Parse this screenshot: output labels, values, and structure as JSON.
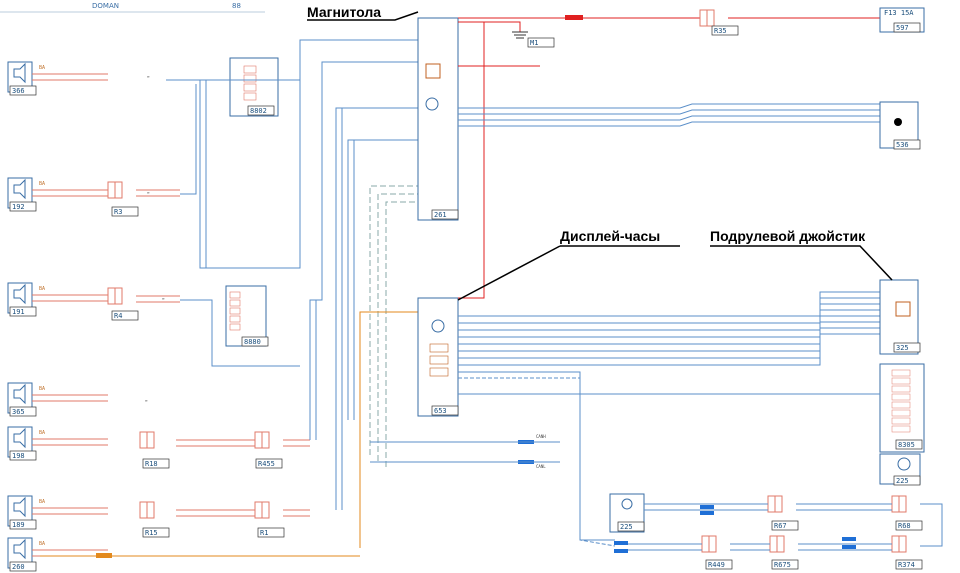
{
  "page_header": {
    "mid": "DOMAN",
    "page": "88"
  },
  "callouts": {
    "head_unit": "Магнитола",
    "display_clock": "Дисплей-часы",
    "steering_joystick": "Подрулевой джойстик"
  },
  "ids": {
    "left": [
      "366",
      "192",
      "191",
      "365",
      "198",
      "189",
      "260"
    ],
    "connectors": [
      "R3",
      "R4",
      "R18",
      "R455",
      "R15",
      "R1"
    ],
    "panels": [
      "8802",
      "8880"
    ],
    "centre": [
      "261",
      "653"
    ],
    "right": [
      "536",
      "325",
      "8305",
      "225",
      "597",
      "R35",
      "M1"
    ],
    "bottom": [
      "225",
      "R67",
      "R68",
      "R449",
      "R675",
      "R374"
    ]
  },
  "labels": {
    "fuse": "F13 15A",
    "can_h": "CANH",
    "can_l": "CANL"
  },
  "colors": {
    "wire": "#5b8fc9",
    "box": "#3a6ea5",
    "orange": "#e38a1e",
    "red": "#e02020",
    "can": "#1f6fd6",
    "connector": "#e07a6a"
  }
}
